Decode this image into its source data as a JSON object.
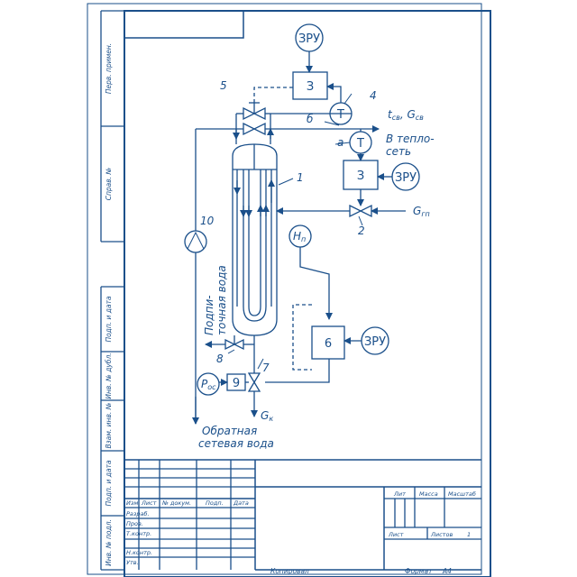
{
  "scheme": {
    "units": {
      "zru": "ЗРУ",
      "z": "З",
      "t": "Т",
      "six": "6",
      "nine": "9"
    },
    "numbers": {
      "n1": "1",
      "n2": "2",
      "n4": "4",
      "n5": "5",
      "n7": "7",
      "n8": "8",
      "n10": "10"
    },
    "letters": {
      "a": "а",
      "b": "б"
    },
    "labels": {
      "t_g_t": "t",
      "t_g_sub1": "св",
      "t_g_sep": ", G",
      "t_g_sub2": "св",
      "heat_line1": "В тепло-",
      "heat_line2": "сеть",
      "g_t": "G",
      "g_sub": "гп",
      "hn_t": "H",
      "hn_sub": "п",
      "p_t": "P",
      "p_sub": "ос",
      "gk_t": "G",
      "gk_sub": "к",
      "makeup_line1": "Подпи-",
      "makeup_line2": "точная вода",
      "return_line1": "Обратная",
      "return_line2": "сетевая вода"
    }
  },
  "frame": {
    "side": {
      "perv_primen": "Перв. примен.",
      "sprav_no": "Справ. №",
      "podp_data_1": "Подп. и дата",
      "inv_dubl": "Инв. № дубл.",
      "vzam_inv": "Взам. инв. №",
      "podp_data_2": "Подп. и дата",
      "inv_podl": "Инв. № подл."
    },
    "title": {
      "izm": "Изм",
      "list": "Лист",
      "doc_no": "№ докум.",
      "podp": "Подп.",
      "data": "Дата",
      "razrab": "Разраб.",
      "prov": "Пров.",
      "t_kontr": "Т.контр.",
      "n_kontr": "Н.контр.",
      "utv": "Утв.",
      "lit": "Лит",
      "massa": "Масса",
      "masshtab": "Масштаб",
      "list2": "Лист",
      "listov": "Листов",
      "listov_val": "1"
    },
    "bottom": {
      "kopiroval": "Копировал",
      "format": "Формат",
      "format_val": "A4"
    }
  }
}
